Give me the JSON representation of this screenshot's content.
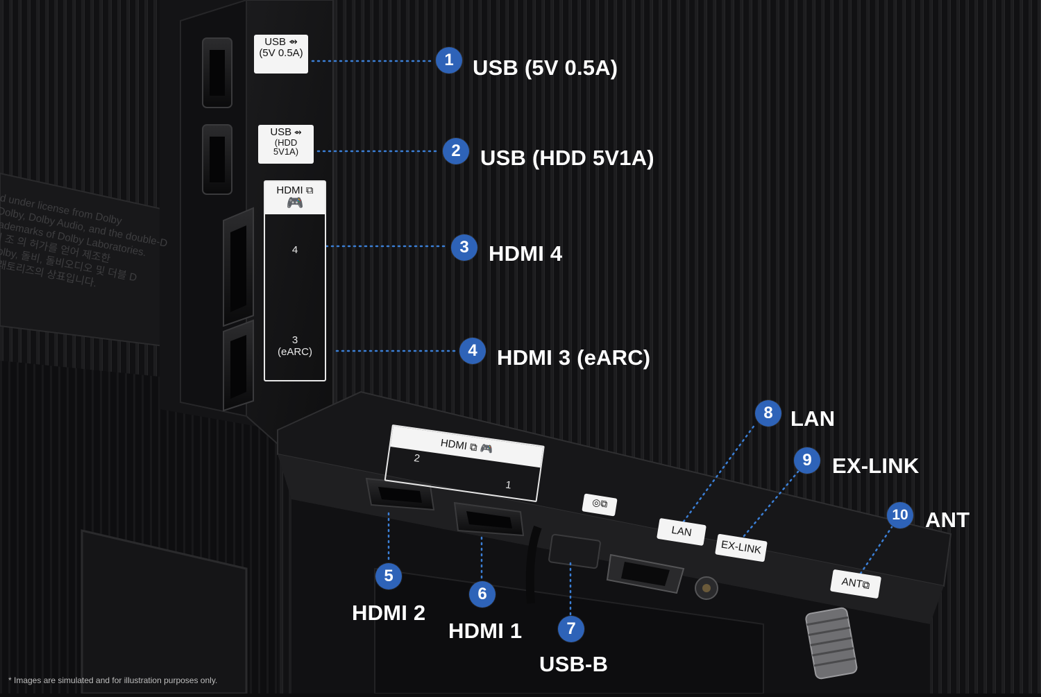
{
  "callouts": [
    {
      "number": "1",
      "label": "USB (5V 0.5A)"
    },
    {
      "number": "2",
      "label": "USB (HDD 5V1A)"
    },
    {
      "number": "3",
      "label": "HDMI 4"
    },
    {
      "number": "4",
      "label": "HDMI 3 (eARC)"
    },
    {
      "number": "5",
      "label": "HDMI 2"
    },
    {
      "number": "6",
      "label": "HDMI 1"
    },
    {
      "number": "7",
      "label": "USB-B"
    },
    {
      "number": "8",
      "label": "LAN"
    },
    {
      "number": "9",
      "label": "EX-LINK"
    },
    {
      "number": "10",
      "label": "ANT"
    }
  ],
  "port_tags": {
    "usb1_line1": "USB",
    "usb1_line2": "(5V 0.5A)",
    "usb2_line1": "USB",
    "usb2_line2": "(HDD 5V1A)",
    "hdmi_side_title": "HDMI",
    "hdmi_side_4": "4",
    "hdmi_side_3": "3",
    "hdmi_side_3_sub": "(eARC)",
    "hdmi_bottom_title": "HDMI",
    "hdmi_bottom_2": "2",
    "hdmi_bottom_1": "1",
    "lan": "LAN",
    "exlink": "EX-LINK",
    "ant": "ANT"
  },
  "legal_text": [
    "d under license from Dolby",
    "Dolby, Dolby Audio, and the double-D",
    "rademarks of Dolby Laboratories.",
    "리 조 의 허가를 얻어 제조한",
    "Dolby, 돌비, 돌비오디오 및 더블 D",
    "랩래토리즈의 상표입니다."
  ],
  "disclaimer": "* Images are simulated and for illustration purposes only.",
  "colors": {
    "badge": "#2e63b8",
    "dots": "#3b7fd6",
    "background": "#0d0d0e",
    "label_plate": "#f4f4f4"
  }
}
